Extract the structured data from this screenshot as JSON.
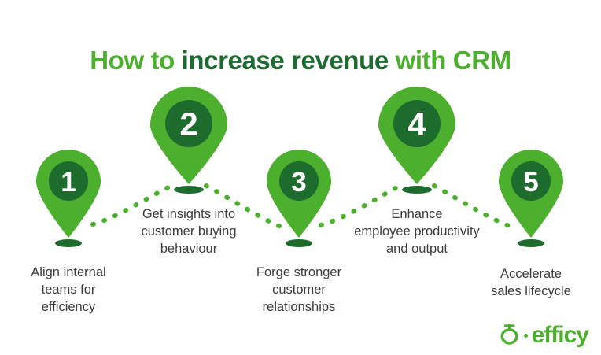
{
  "title": {
    "part1": "How to ",
    "part2": "increase revenue",
    "part3": " with CRM",
    "full": "How to increase revenue with CRM",
    "color_light": "#4CAF2E",
    "color_dark": "#1E6B32"
  },
  "colors": {
    "pin_body": "#4CAF2E",
    "pin_inner": "#1E6B2E",
    "pin_number": "#FFFFFF",
    "shadow": "#1E6B2E",
    "caption_text": "#3C3C3C",
    "connector": "#4CAF2E",
    "background": "#FFFFFF"
  },
  "steps": [
    {
      "number": "1",
      "caption": "Align internal\nteams for\nefficiency",
      "size": "small"
    },
    {
      "number": "2",
      "caption": "Get insights into\ncustomer buying\nbehaviour",
      "size": "large"
    },
    {
      "number": "3",
      "caption": "Forge stronger\ncustomer\nrelationships",
      "size": "small"
    },
    {
      "number": "4",
      "caption": "Enhance\nemployee productivity\nand output",
      "size": "large"
    },
    {
      "number": "5",
      "caption": "Accelerate\nsales lifecycle",
      "size": "small"
    }
  ],
  "logo": {
    "text": "efficy",
    "mark": "efficy-balloon-icon",
    "color": "#4CAF2E"
  }
}
